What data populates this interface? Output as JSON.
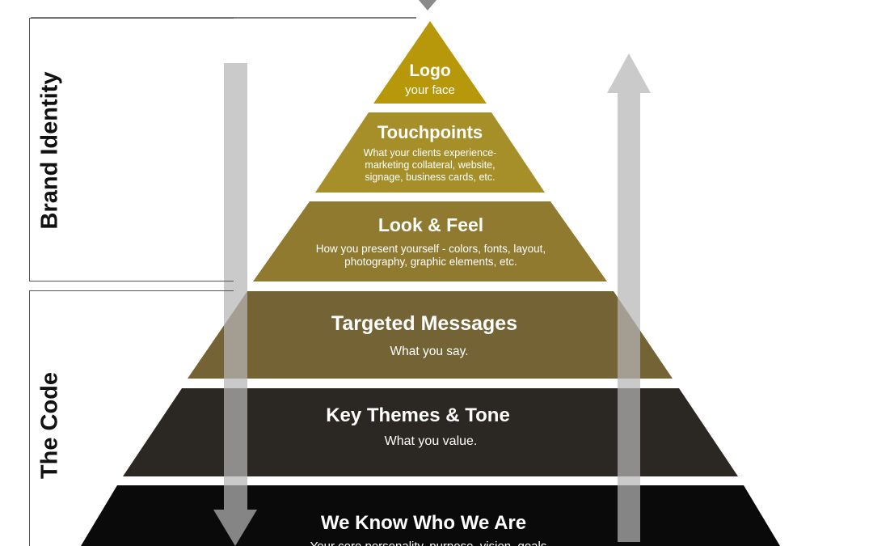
{
  "side_labels": {
    "brand_identity": "Brand Identity",
    "the_code": "The Code"
  },
  "tiers": [
    {
      "title": "Logo",
      "subtitle": "your face",
      "color": "#b8980b"
    },
    {
      "title": "Touchpoints",
      "subtitle": "What your clients experience-\nmarketing collateral, website,\nsignage, business cards, etc.",
      "color": "#a68e29"
    },
    {
      "title": "Look & Feel",
      "subtitle": "How you present yourself - colors, fonts, layout,\nphotography, graphic elements, etc.",
      "color": "#8f7a2f"
    },
    {
      "title": "Targeted Messages",
      "subtitle": "What you say.",
      "color": "#736335"
    },
    {
      "title": "Key Themes & Tone",
      "subtitle": "What you value.",
      "color": "#2b2722"
    },
    {
      "title": "We Know Who We Are",
      "subtitle": "Your core personality, purpose, vision, goals",
      "color": "#0a0a0a"
    }
  ],
  "colors": {
    "arrow": "#b5b5b5",
    "bracket_line": "#555555",
    "label_text": "#111111"
  },
  "arrows": {
    "left": "down",
    "right": "up"
  }
}
